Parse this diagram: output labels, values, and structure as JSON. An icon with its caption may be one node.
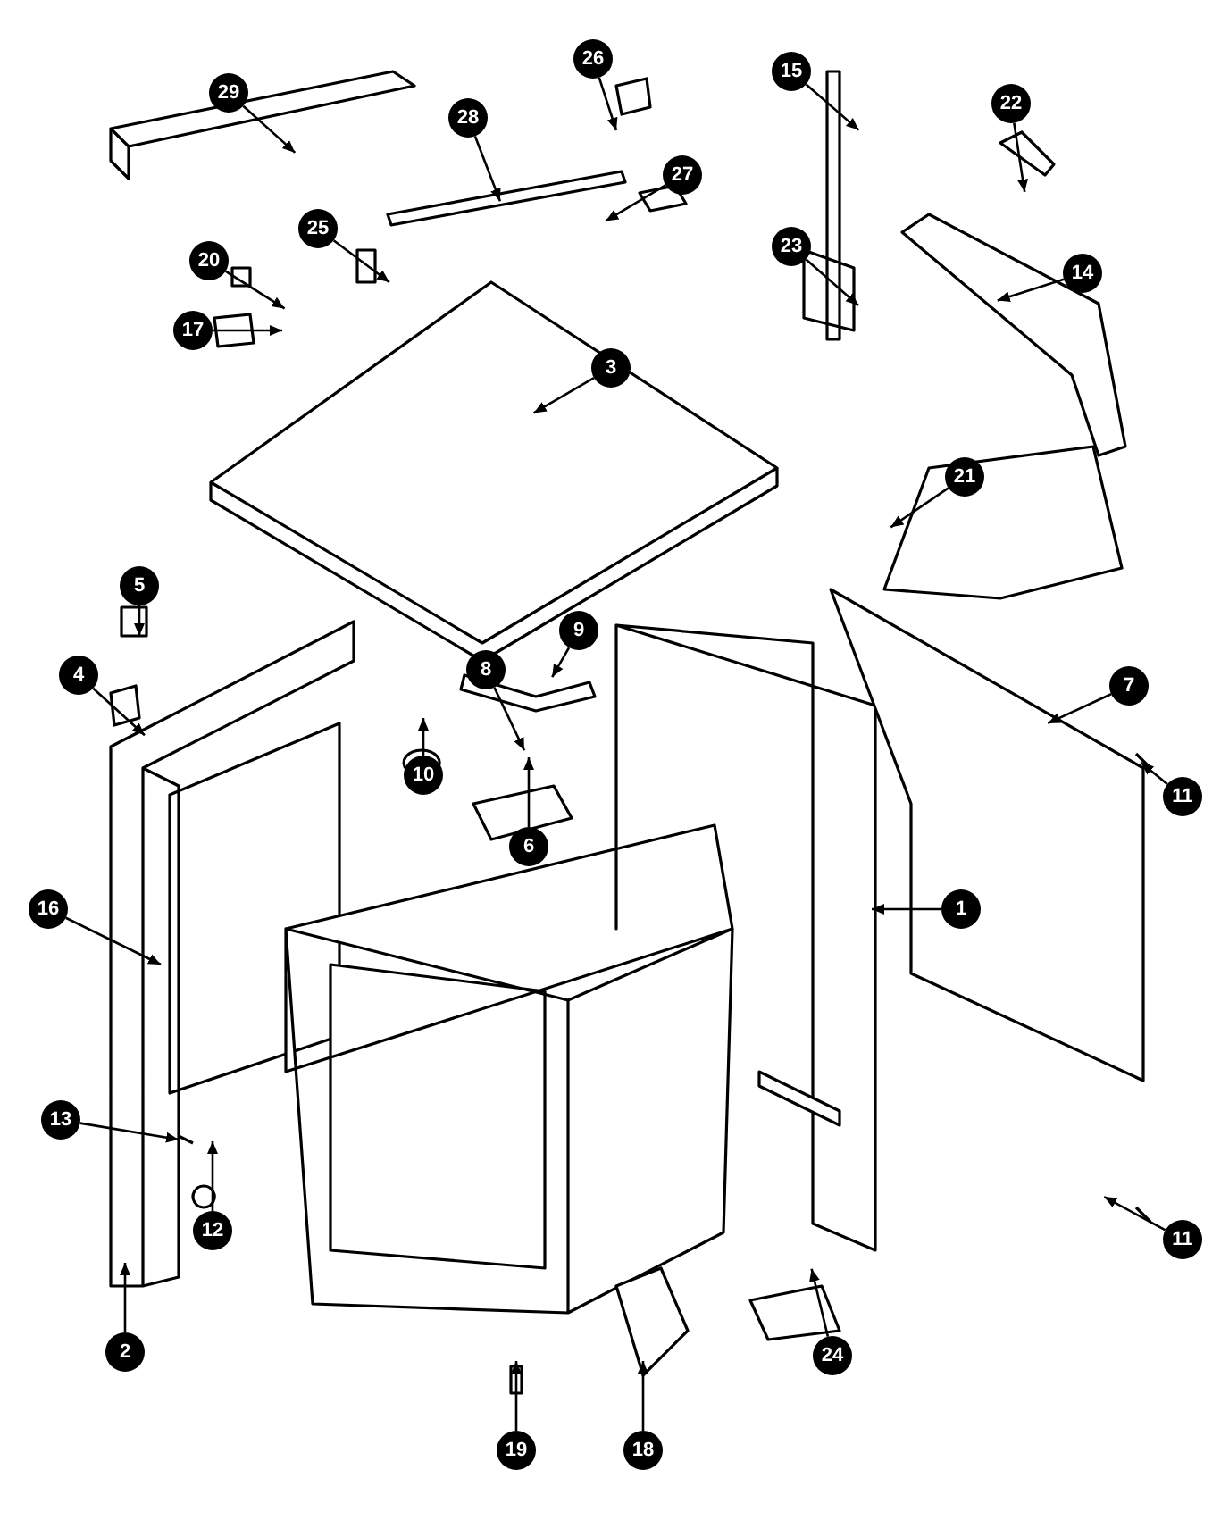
{
  "diagram": {
    "nodes": [
      {
        "text": [
          "29"
        ]
      },
      {
        "text": [
          "26"
        ]
      },
      {
        "text": [
          "15"
        ]
      },
      {
        "text": [
          "22"
        ]
      },
      {
        "text": [
          "28"
        ]
      },
      {
        "text": [
          "27"
        ]
      },
      {
        "text": [
          "25"
        ]
      },
      {
        "text": [
          "23"
        ]
      },
      {
        "text": [
          "20"
        ]
      },
      {
        "text": [
          "14"
        ]
      },
      {
        "text": [
          "17"
        ]
      },
      {
        "text": [
          "3"
        ]
      },
      {
        "text": [
          "21"
        ]
      },
      {
        "text": [
          "5"
        ]
      },
      {
        "text": [
          "9"
        ]
      },
      {
        "text": [
          "4"
        ]
      },
      {
        "text": [
          "8"
        ]
      },
      {
        "text": [
          "7"
        ]
      },
      {
        "text": [
          "10"
        ]
      },
      {
        "text": [
          "11"
        ]
      },
      {
        "text": [
          "6"
        ]
      },
      {
        "text": [
          "16"
        ]
      },
      {
        "text": [
          "1"
        ]
      },
      {
        "text": [
          "13"
        ]
      },
      {
        "text": [
          "12"
        ]
      },
      {
        "text": [
          "11"
        ]
      },
      {
        "text": [
          "2"
        ]
      },
      {
        "text": [
          "24"
        ]
      },
      {
        "text": [
          "19"
        ]
      },
      {
        "text": [
          "18"
        ]
      }
    ],
    "edges": [
      {
        "from": 0,
        "to": null,
        "arrow": "to"
      },
      {
        "from": 1,
        "to": null,
        "arrow": "to"
      },
      {
        "from": 2,
        "to": null,
        "arrow": "to"
      },
      {
        "from": 3,
        "to": null,
        "arrow": "to"
      },
      {
        "from": 4,
        "to": null,
        "arrow": "to"
      },
      {
        "from": 5,
        "to": null,
        "arrow": "to"
      },
      {
        "from": 6,
        "to": null,
        "arrow": "to"
      },
      {
        "from": 7,
        "to": null,
        "arrow": "to"
      },
      {
        "from": 8,
        "to": null,
        "arrow": "to"
      },
      {
        "from": 9,
        "to": null,
        "arrow": "to"
      },
      {
        "from": 10,
        "to": null,
        "arrow": "to"
      },
      {
        "from": 11,
        "to": null,
        "arrow": "to"
      },
      {
        "from": 12,
        "to": null,
        "arrow": "to"
      },
      {
        "from": 13,
        "to": null,
        "arrow": "to"
      },
      {
        "from": 14,
        "to": null,
        "arrow": "to"
      },
      {
        "from": 15,
        "to": null,
        "arrow": "to"
      },
      {
        "from": 16,
        "to": null,
        "arrow": "to"
      },
      {
        "from": 17,
        "to": null,
        "arrow": "to"
      },
      {
        "from": 18,
        "to": null,
        "arrow": "to"
      },
      {
        "from": 19,
        "to": null,
        "arrow": "to"
      },
      {
        "from": 20,
        "to": null,
        "arrow": "to"
      },
      {
        "from": 21,
        "to": null,
        "arrow": "to"
      },
      {
        "from": 22,
        "to": null,
        "arrow": "to"
      },
      {
        "from": 23,
        "to": null,
        "arrow": "to"
      },
      {
        "from": 24,
        "to": null,
        "arrow": "to"
      },
      {
        "from": 25,
        "to": null,
        "arrow": "to"
      },
      {
        "from": 26,
        "to": null,
        "arrow": "to"
      },
      {
        "from": 27,
        "to": null,
        "arrow": "to"
      },
      {
        "from": 28,
        "to": null,
        "arrow": "to"
      },
      {
        "from": 29,
        "to": null,
        "arrow": "to"
      }
    ]
  }
}
